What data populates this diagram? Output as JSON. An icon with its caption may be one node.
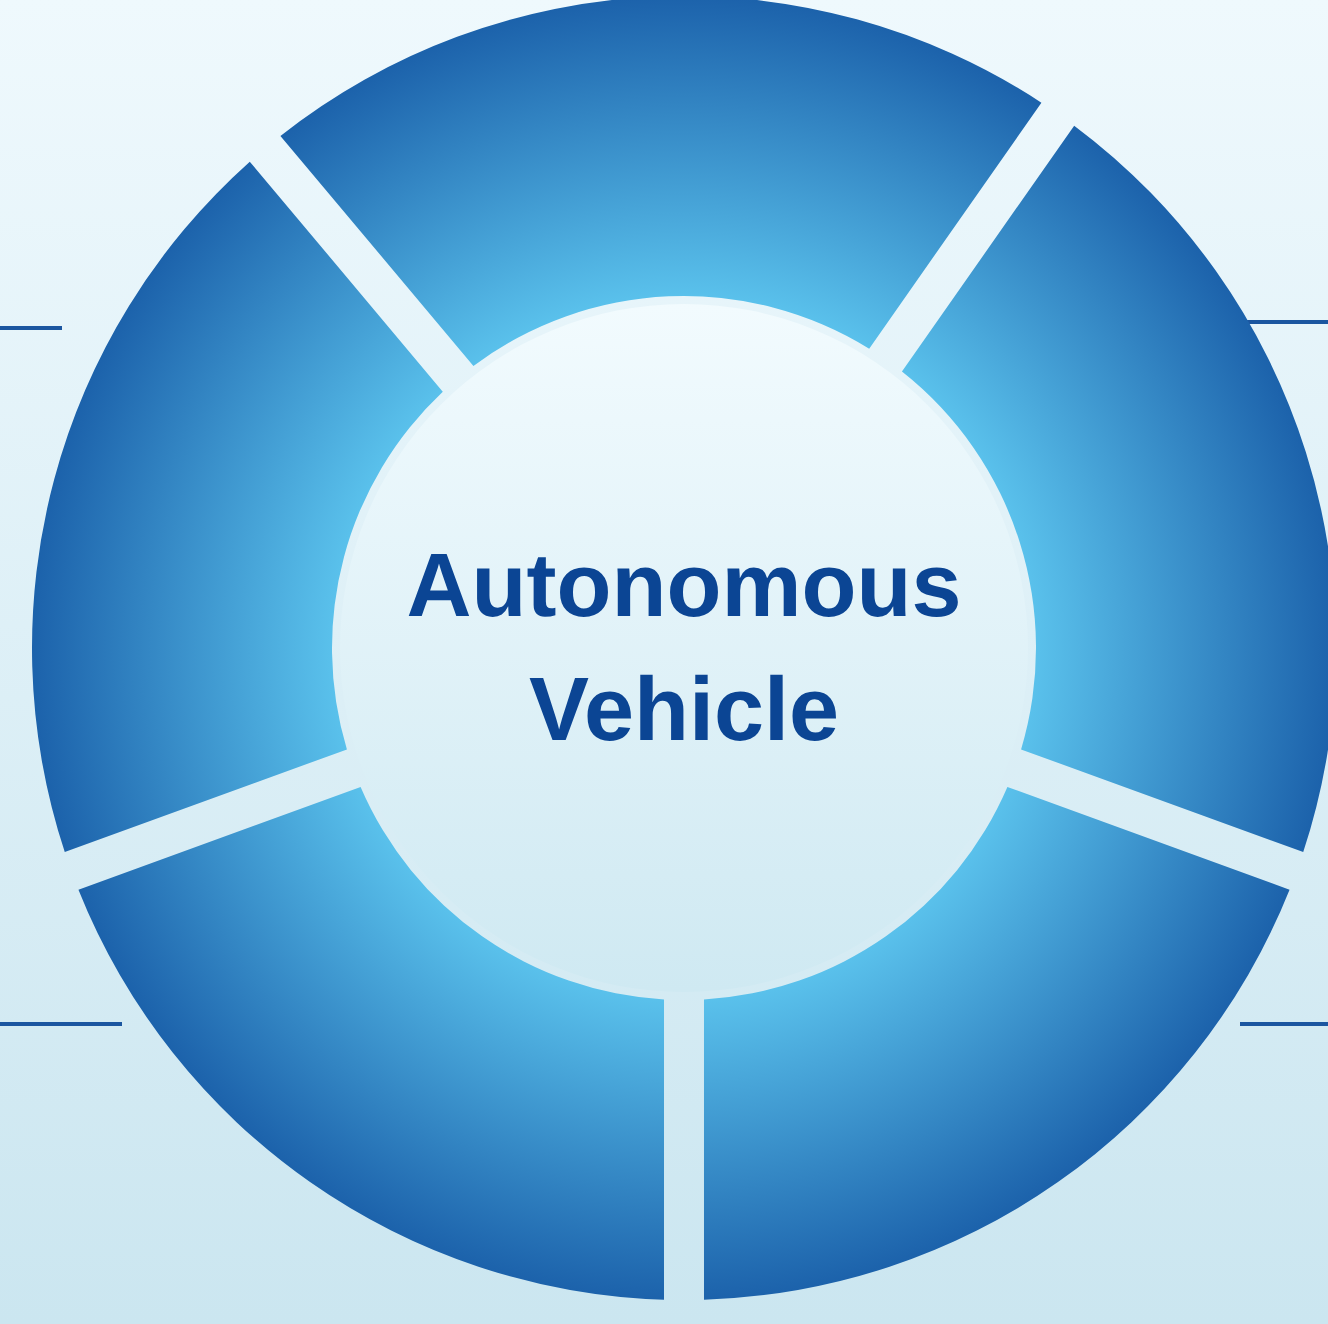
{
  "diagram": {
    "nodes": [
      {
        "text": [
          "Autonomous Vehicle"
        ]
      },
      {
        "text": [],
        "shape": "arc"
      },
      {
        "text": [],
        "shape": "arc"
      },
      {
        "text": [],
        "shape": "arc"
      },
      {
        "text": [],
        "shape": "arc"
      },
      {
        "text": [],
        "shape": "arc"
      }
    ]
  }
}
